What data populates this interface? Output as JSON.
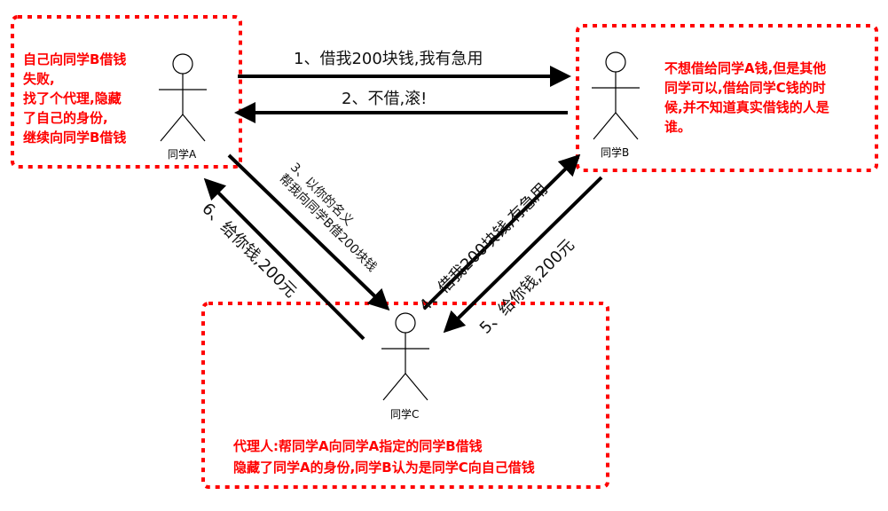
{
  "colors": {
    "dashed_border": "#ff0000",
    "note_text": "#ff0000",
    "arrow": "#000000"
  },
  "actors": {
    "a": {
      "name": "同学A"
    },
    "b": {
      "name": "同学B"
    },
    "c": {
      "name": "同学C"
    }
  },
  "notes": {
    "a": [
      "自己向同学B借钱",
      "失败,",
      "找了个代理,隐藏",
      "了自己的身份,",
      "继续向同学B借钱"
    ],
    "b": [
      "不想借给同学A钱,但是其他",
      "同学可以,借给同学C钱的时",
      "候,并不知道真实借钱的人是",
      "谁。"
    ],
    "c": [
      "代理人:帮同学A向同学A指定的同学B借钱",
      "隐藏了同学A的身份,同学B认为是同学C向自己借钱"
    ]
  },
  "arrows": {
    "step1": "1、借我200块钱,我有急用",
    "step2": "2、不借,滚!",
    "step3": [
      "3、以你的名义",
      "帮我向同学B借200块钱"
    ],
    "step4": "4、借我200块钱,有急用",
    "step5": "5、给你钱,200元",
    "step6": "6、给你钱,200元"
  }
}
